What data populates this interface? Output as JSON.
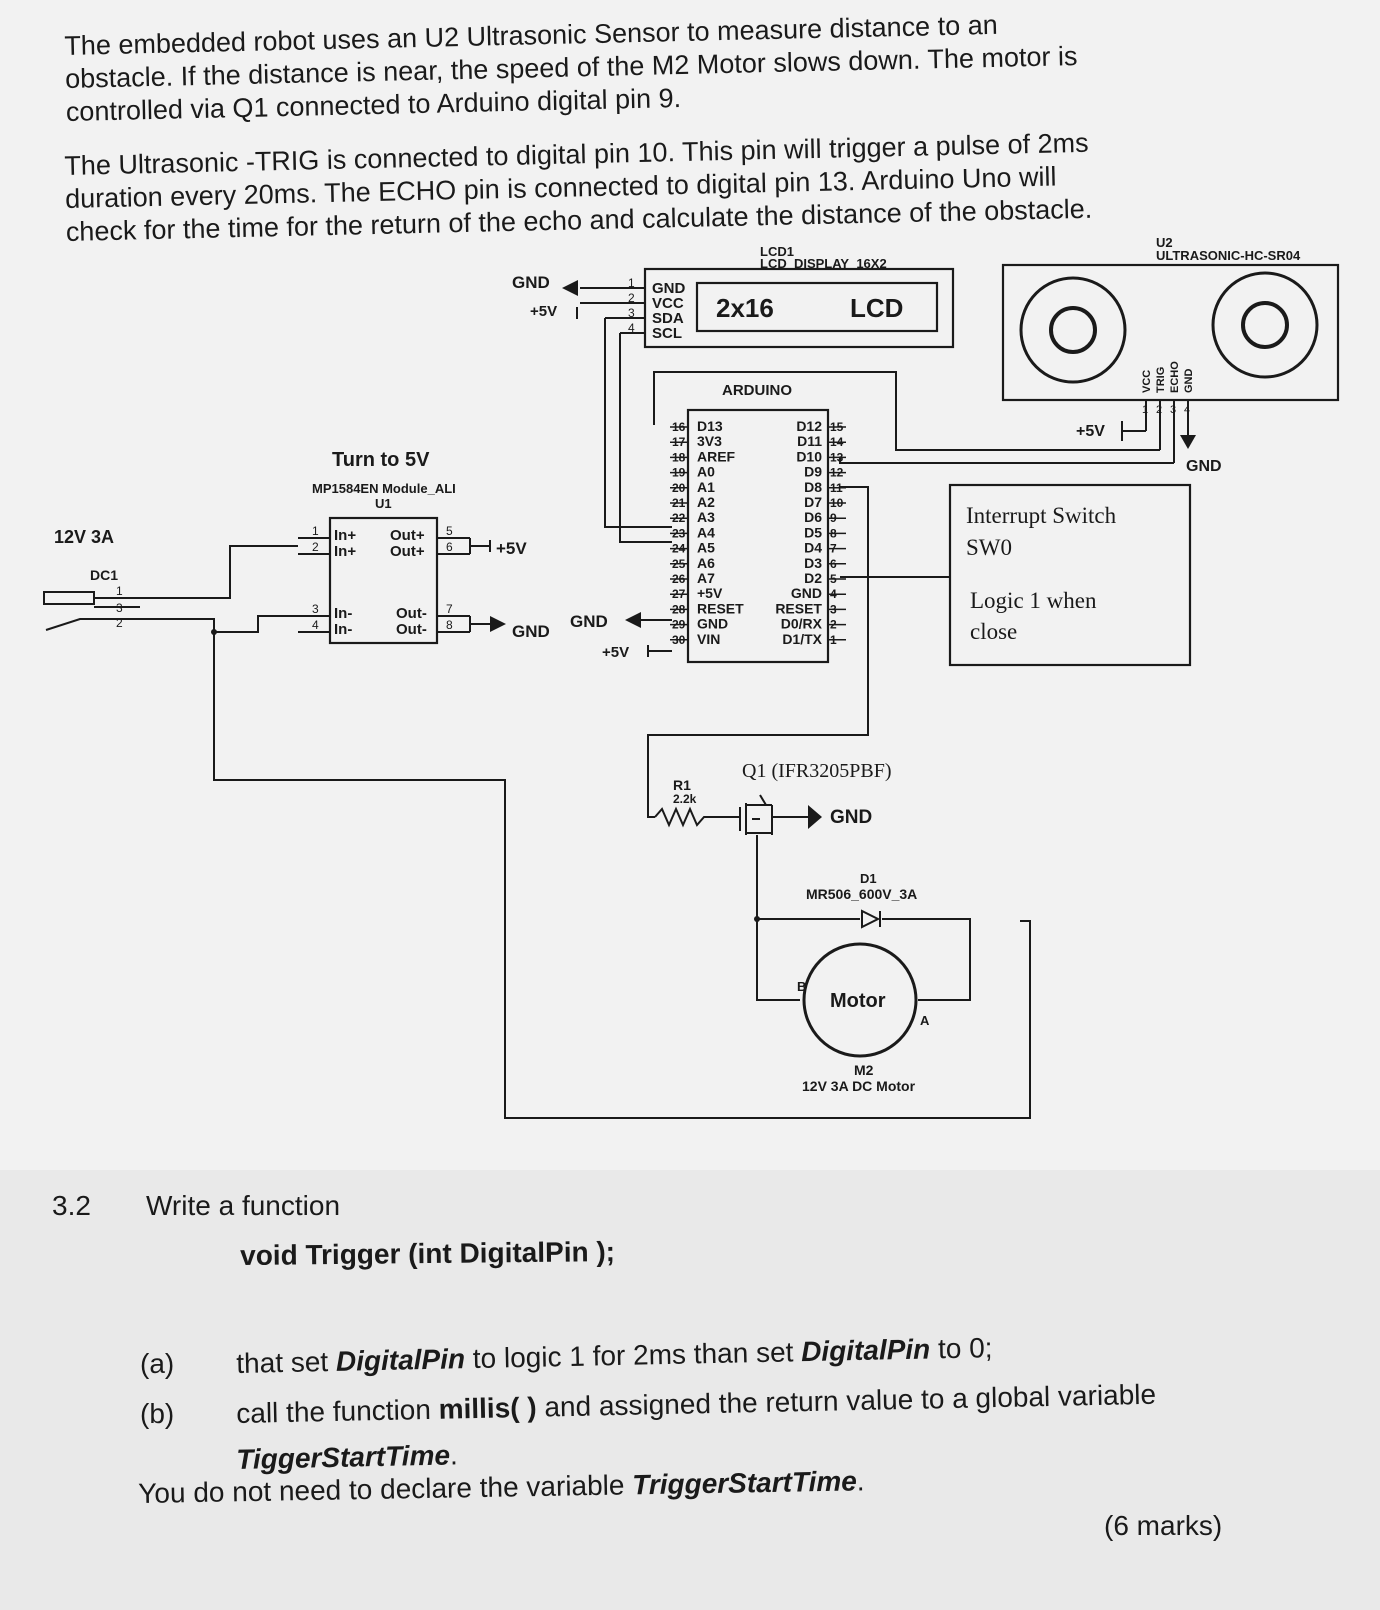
{
  "intro": {
    "p1": [
      "The embedded robot uses an U2 Ultrasonic Sensor to measure distance to an",
      "obstacle. If the distance is near, the speed of the M2 Motor slows down. The motor is",
      "controlled via Q1 connected to Arduino digital pin 9."
    ],
    "p2": [
      "The Ultrasonic -TRIG is connected to digital pin 10. This pin will trigger a pulse of 2ms",
      "duration every 20ms. The ECHO pin is connected to digital pin 13. Arduino Uno will",
      "check for the time for the return of the echo and calculate the distance of the obstacle."
    ]
  },
  "schematic": {
    "lcd": {
      "ref": "LCD1",
      "part": "LCD_DISPLAY_16X2",
      "pins": [
        "GND",
        "VCC",
        "SDA",
        "SCL"
      ],
      "pin_numbers": [
        "1",
        "2",
        "3",
        "4"
      ],
      "label_left": "2x16",
      "label_right": "LCD",
      "gnd": "GND",
      "vcc": "+5V"
    },
    "ultrasonic": {
      "ref": "U2",
      "part": "ULTRASONIC-HC-SR04",
      "pins": [
        "VCC",
        "TRIG",
        "ECHO",
        "GND"
      ],
      "pin_numbers": [
        "1",
        "2",
        "3",
        "4"
      ],
      "vcc": "+5V",
      "gnd": "GND"
    },
    "arduino": {
      "label": "ARDUINO",
      "left_pins": [
        "D13",
        "3V3",
        "AREF",
        "A0",
        "A1",
        "A2",
        "A3",
        "A4",
        "A5",
        "A6",
        "A7",
        "+5V",
        "RESET",
        "GND",
        "VIN"
      ],
      "left_numbers": [
        "16",
        "17",
        "18",
        "19",
        "20",
        "21",
        "22",
        "23",
        "24",
        "25",
        "26",
        "27",
        "28",
        "29",
        "30"
      ],
      "right_pins": [
        "D12",
        "D11",
        "D10",
        "D9",
        "D8",
        "D7",
        "D6",
        "D5",
        "D4",
        "D3",
        "D2",
        "GND",
        "RESET",
        "D0/RX",
        "D1/TX"
      ],
      "right_numbers": [
        "15",
        "14",
        "13",
        "12",
        "11",
        "10",
        "9",
        "8",
        "7",
        "6",
        "5",
        "4",
        "3",
        "2",
        "1"
      ],
      "gnd": "GND",
      "vcc": "+5V"
    },
    "regulator": {
      "caption": "Turn to 5V",
      "part": "MP1584EN Module_ALI",
      "ref": "U1",
      "in_pins": [
        "In+",
        "In+",
        "In-",
        "In-"
      ],
      "in_numbers": [
        "1",
        "2",
        "3",
        "4"
      ],
      "out_pins": [
        "Out+",
        "Out+",
        "Out-",
        "Out-"
      ],
      "out_numbers": [
        "5",
        "6",
        "7",
        "8"
      ],
      "vout": "+5V",
      "gnd": "GND"
    },
    "dc_jack": {
      "supply": "12V 3A",
      "ref": "DC1",
      "pin_numbers": [
        "1",
        "3",
        "2"
      ]
    },
    "switch": {
      "line1": "Interrupt Switch",
      "line2": "SW0",
      "line3": "Logic 1 when",
      "line4": "close"
    },
    "mosfet": {
      "label": "Q1 (IFR3205PBF)",
      "gnd": "GND"
    },
    "resistor": {
      "ref": "R1",
      "value": "2.2k"
    },
    "diode": {
      "ref": "D1",
      "part": "MR506_600V_3A"
    },
    "motor": {
      "label": "Motor",
      "terminal_b": "B",
      "terminal_a": "A",
      "ref": "M2",
      "part": "12V 3A DC Motor"
    }
  },
  "question": {
    "number": "3.2",
    "title": "Write a function",
    "signature": "void Trigger (int DigitalPin );",
    "a_label": "(a)",
    "a_text_1": "that set ",
    "a_em_1": "DigitalPin",
    "a_text_2": " to logic 1 for 2ms than set ",
    "a_em_2": "DigitalPin",
    "a_text_3": " to 0;",
    "b_label": "(b)",
    "b_text_1": "call the function ",
    "b_bold": "millis( )",
    "b_text_2": " and assigned the return value to a global variable",
    "b_em": "TiggerStartTime",
    "b_text_3": ".",
    "note_text": "You do not need to declare the variable ",
    "note_em": "TriggerStartTime",
    "note_end": ".",
    "marks": "(6 marks)"
  }
}
